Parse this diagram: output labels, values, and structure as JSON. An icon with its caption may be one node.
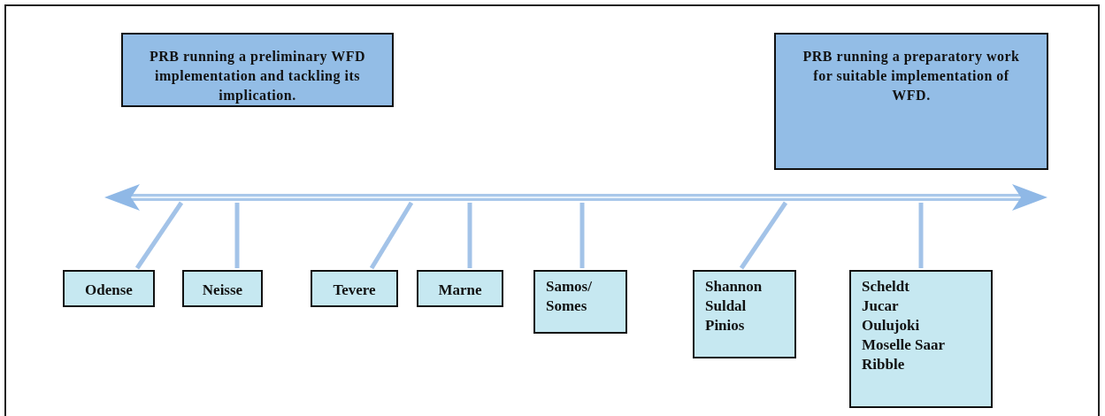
{
  "diagram": {
    "nodes": [
      {
        "text": [
          "PRB running a preliminary WFD implementation and tackling its implication."
        ]
      },
      {
        "text": [
          "PRB running a preparatory work for suitable implementation of WFD."
        ]
      },
      {
        "text": [],
        "shape": "bar"
      },
      {
        "text": [
          "Odense"
        ]
      },
      {
        "text": [
          "Neisse"
        ]
      },
      {
        "text": [
          "Tevere"
        ]
      },
      {
        "text": [
          "Marne"
        ]
      },
      {
        "text": [
          "Samos/ Somes"
        ]
      },
      {
        "text": [
          "Shannon",
          "Suldal",
          "Pinios"
        ]
      },
      {
        "text": [
          "Scheldt",
          "Jucar",
          "Oulujoki",
          "Moselle Saar",
          "Ribble"
        ]
      }
    ],
    "edges": [
      {
        "from": 3,
        "to": 2,
        "arrow": "none"
      },
      {
        "from": 4,
        "to": 2,
        "arrow": "none"
      },
      {
        "from": 5,
        "to": 2,
        "arrow": "none"
      },
      {
        "from": 6,
        "to": 2,
        "arrow": "none"
      },
      {
        "from": 7,
        "to": 2,
        "arrow": "none"
      },
      {
        "from": 8,
        "to": 2,
        "arrow": "none"
      },
      {
        "from": 9,
        "to": 2,
        "arrow": "none"
      }
    ]
  }
}
